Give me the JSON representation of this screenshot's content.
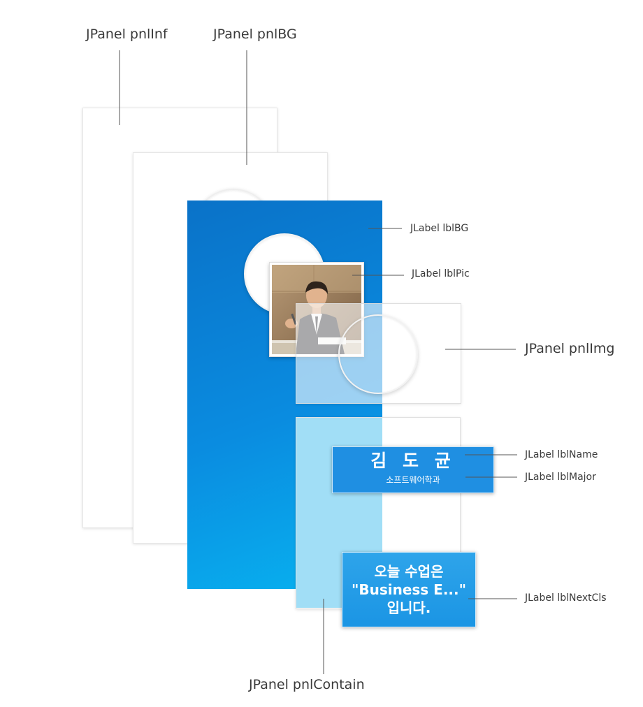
{
  "labels": {
    "pnl_inf": "JPanel pnlInf",
    "pnl_bg": "JPanel pnlBG",
    "lbl_bg": "JLabel lblBG",
    "lbl_pic": "JLabel lblPic",
    "pnl_img": "JPanel pnlImg",
    "lbl_name": "JLabel lblName",
    "lbl_major": "JLabel lblMajor",
    "lbl_next_cls": "JLabel lblNextCls",
    "pnl_contain": "JPanel pnlContain"
  },
  "profile": {
    "name": "김 도 균",
    "major": "소프트웨어학과"
  },
  "next_class": {
    "line1": "오늘 수업은",
    "line2": "\"Business E...\"",
    "line3": "입니다."
  },
  "colors": {
    "bg_gradient_top": "#0a72c8",
    "bg_gradient_bottom": "#08b3f0",
    "name_box": "#1f8fe2",
    "next_box": "#2ea4ea",
    "contain_light_blue": "#a1def6"
  }
}
